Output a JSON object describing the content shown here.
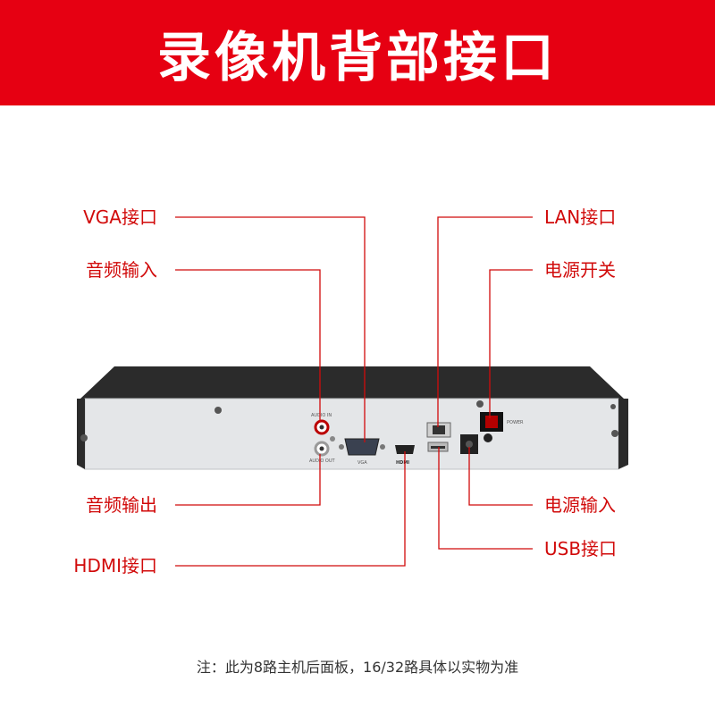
{
  "header": {
    "title": "录像机背部接口",
    "background_color": "#e60012"
  },
  "labels": {
    "vga": "VGA接口",
    "audio_in": "音频输入",
    "audio_out": "音频输出",
    "hdmi": "HDMI接口",
    "lan": "LAN接口",
    "power_switch": "电源开关",
    "power_in": "电源输入",
    "usb": "USB接口",
    "label_color": "#d10a0a"
  },
  "device_silkscreen": {
    "audio_in": "AUDIO IN",
    "audio_out": "AUDIO OUT",
    "vga": "VGA",
    "hdmi": "HDMI",
    "power": "POWER"
  },
  "footer": {
    "note": "注：此为8路主机后面板，16/32路具体以实物为准"
  }
}
